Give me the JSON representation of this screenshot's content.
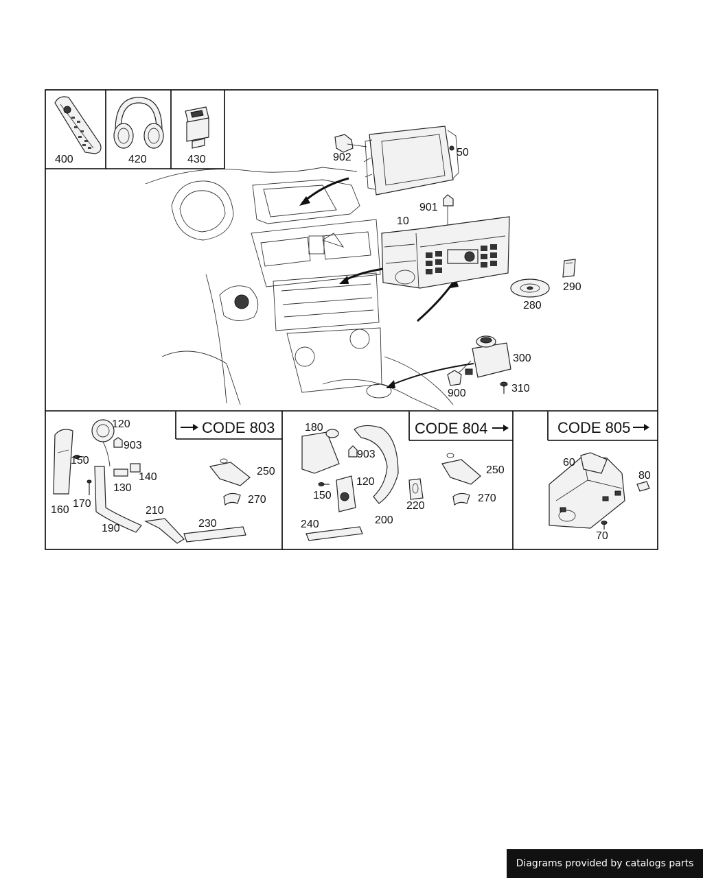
{
  "footer": {
    "credit": "Diagrams provided by catalogs parts"
  },
  "callouts": {
    "c400": "400",
    "c420": "420",
    "c430": "430",
    "c902": "902",
    "c50": "50",
    "c901": "901",
    "c10": "10",
    "c290": "290",
    "c280": "280",
    "c300": "300",
    "c900": "900",
    "c310": "310",
    "c120a": "120",
    "c903a": "903",
    "c150a": "150",
    "c140": "140",
    "c130": "130",
    "c160": "160",
    "c170": "170",
    "c190": "190",
    "c210": "210",
    "c230": "230",
    "c250a": "250",
    "c270a": "270",
    "c180": "180",
    "c903b": "903",
    "c120b": "120",
    "c150b": "150",
    "c200": "200",
    "c220": "220",
    "c240": "240",
    "c250b": "250",
    "c270b": "270",
    "c60": "60",
    "c80": "80",
    "c70": "70"
  },
  "codes": {
    "code803": "CODE 803",
    "code804": "CODE 804",
    "code805": "CODE 805"
  },
  "icons": [
    "remote-control",
    "headphones",
    "connector-socket",
    "connector-tag",
    "arrow-right"
  ]
}
